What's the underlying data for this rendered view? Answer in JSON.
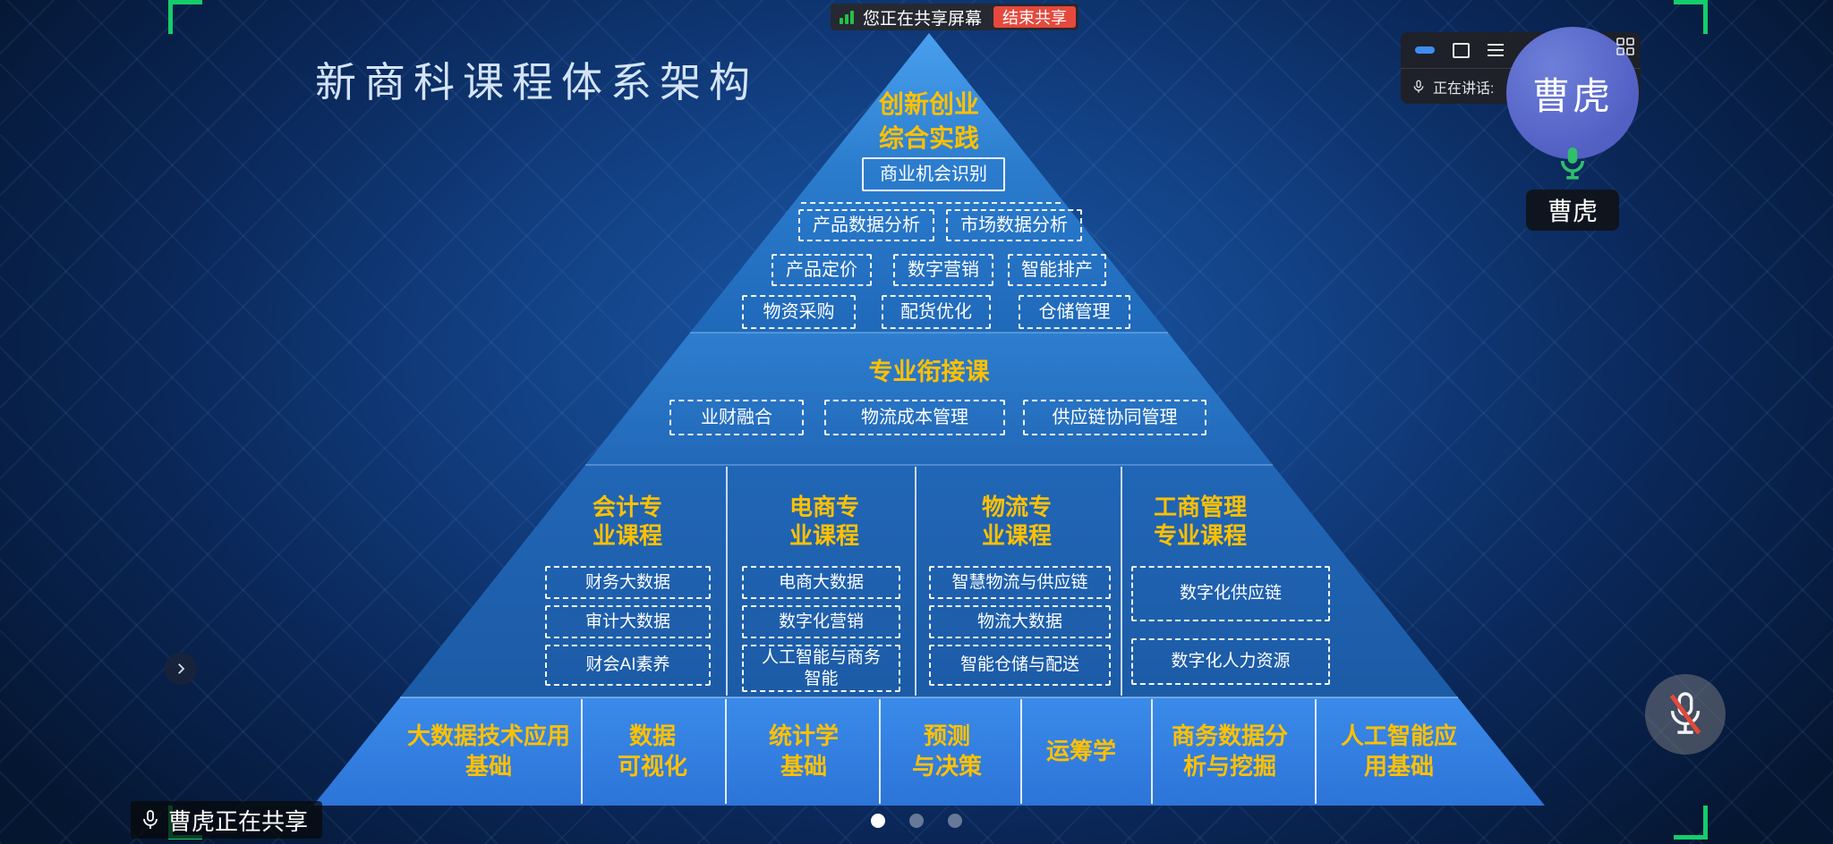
{
  "colors": {
    "frame_green": "#15cd6b",
    "stop_red": "#e5493d",
    "gold": "#ffc000",
    "level4_blue": "#2e7de0",
    "avatar_indigo": "#5a6bcc"
  },
  "icons": {
    "signal_bars_icon": "bars",
    "minimize_icon": "blue-bar",
    "restore_icon": "square-outline",
    "member_list_icon": "list-lines",
    "grid_icon": "grid-squares",
    "speaking_mic_icon": "mic-outline",
    "participant_mic_on_icon": "mic-green",
    "mute_button_icon": "mic-red-slash",
    "chevron_icon": "chevron-right",
    "status_mic_icon": "mic-outline"
  },
  "share_banner": {
    "text": "您正在共享屏幕",
    "stop_button": "结束共享"
  },
  "control_panel": {
    "speaking_label": "正在讲话:"
  },
  "participant": {
    "avatar_text": "曹虎",
    "name_tag": "曹虎"
  },
  "status_bar": {
    "sharing_text": "曹虎正在共享"
  },
  "slide": {
    "title": "新商科课程体系架构",
    "apex_heading": "创新创业\n综合实践",
    "level1": {
      "row1": [
        "商业机会识别"
      ],
      "row2": [
        "产品数据分析",
        "市场数据分析"
      ],
      "row3": [
        "产品定价",
        "数字营销",
        "智能排产"
      ],
      "row4": [
        "物资采购",
        "配货优化",
        "仓储管理"
      ]
    },
    "level2": {
      "heading": "专业衔接课",
      "boxes": [
        "业财融合",
        "物流成本管理",
        "供应链协同管理"
      ]
    },
    "level3": {
      "columns": [
        {
          "heading": "会计专\n业课程",
          "boxes": [
            "财务大数据",
            "审计大数据",
            "财会AI素养"
          ]
        },
        {
          "heading": "电商专\n业课程",
          "boxes": [
            "电商大数据",
            "数字化营销",
            "人工智能与商务\n智能"
          ]
        },
        {
          "heading": "物流专\n业课程",
          "boxes": [
            "智慧物流与供应链",
            "物流大数据",
            "智能仓储与配送"
          ]
        },
        {
          "heading": "工商管理\n专业课程",
          "boxes": [
            "数字化供应链",
            "数字化人力资源"
          ]
        }
      ]
    },
    "level4": {
      "cells": [
        "大数据技术应用\n基础",
        "数据\n可视化",
        "统计学\n基础",
        "预测\n与决策",
        "运筹学",
        "商务数据分\n析与挖掘",
        "人工智能应\n用基础"
      ]
    },
    "pagination": {
      "count": 3,
      "active_index": 0
    }
  }
}
